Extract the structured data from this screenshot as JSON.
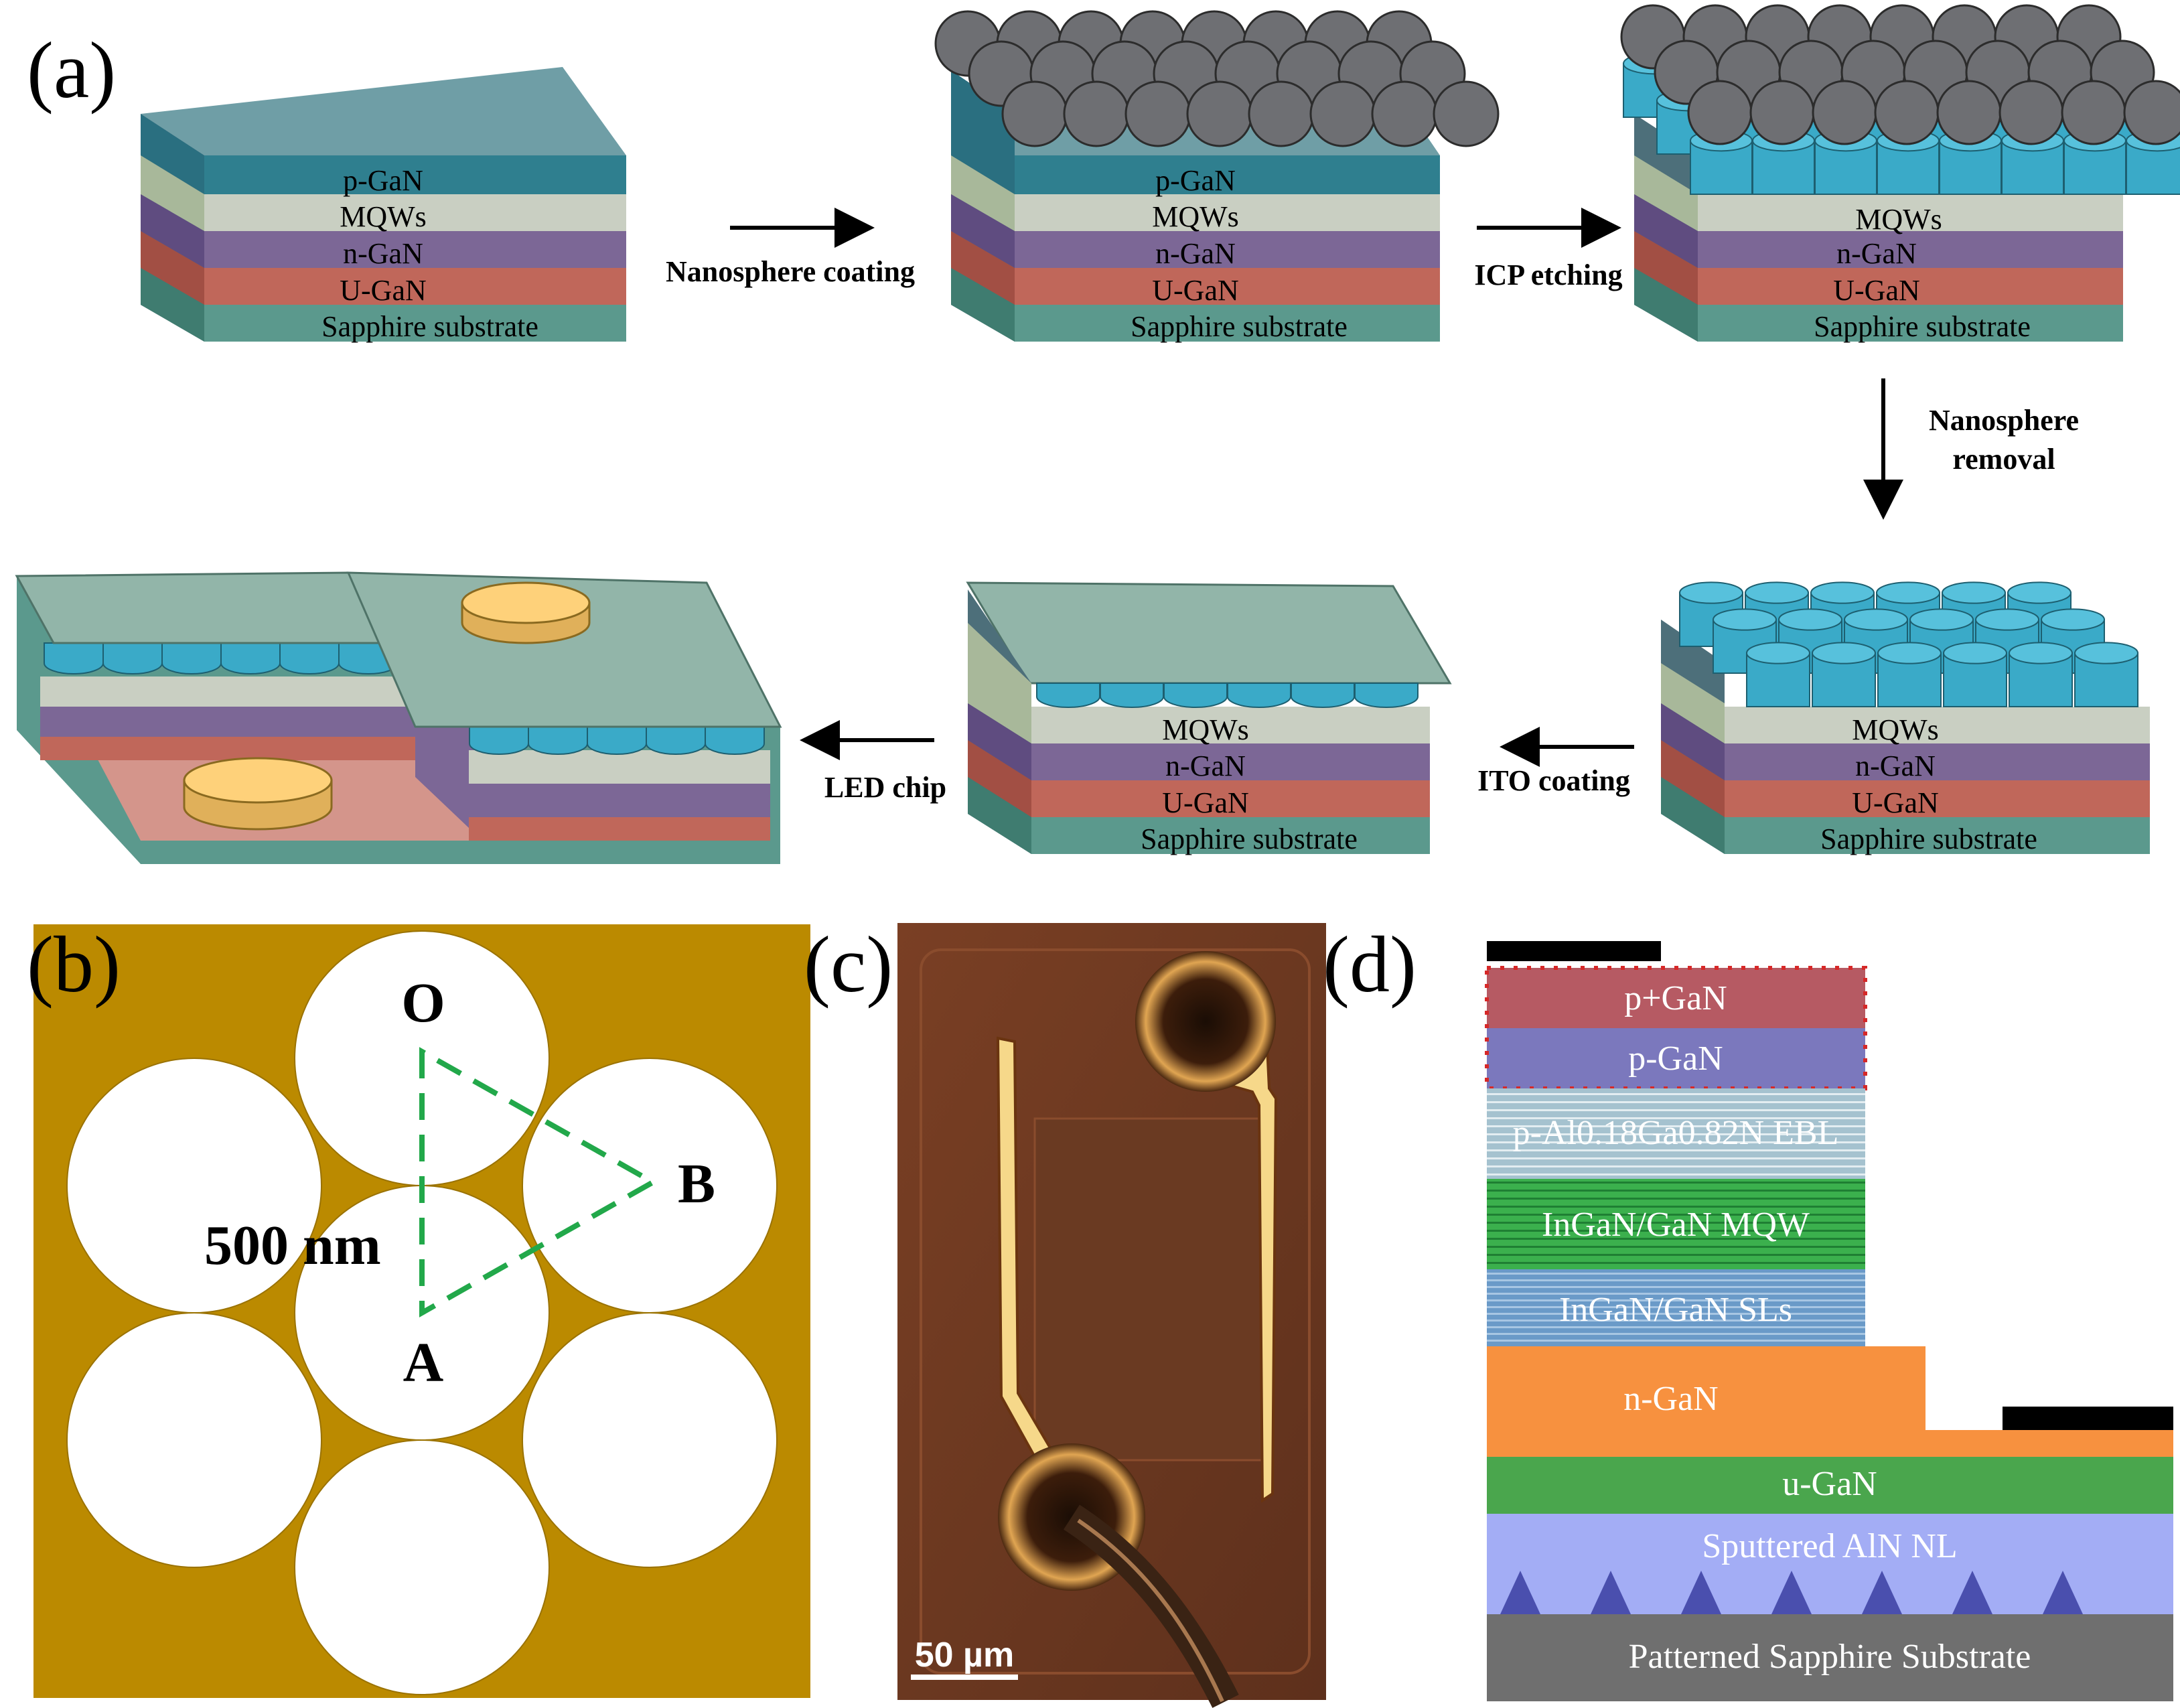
{
  "colors": {
    "pgan": "#2f7f8f",
    "mqw": "#c9cfc2",
    "ngan": "#7c6796",
    "ugan": "#c0675a",
    "sapphire": "#5b998d",
    "sphere": "#6e6f73",
    "pillar": "#3aaac8",
    "ito": "#92b5a9",
    "pad": "#fed17a",
    "bg_b": "#bb8a00",
    "b_triangle": "#22a84a",
    "d_pplus": "#b65a63",
    "d_pgan": "#7b78bd",
    "d_ebl": "#a5c2cf",
    "d_mqw": "#3bb04d",
    "d_sls": "#6a9ac8",
    "d_ngan": "#f7913f",
    "d_ugan": "#4aa64d",
    "d_aln": "#a3adf5",
    "d_sub": "#6f6f6f"
  },
  "panel_a": {
    "label": "(a)",
    "step1": {
      "layers": [
        "p-GaN",
        "MQWs",
        "n-GaN",
        "U-GaN",
        "Sapphire substrate"
      ]
    },
    "arrow1": "Nanosphere coating",
    "step2": {
      "layers": [
        "p-GaN",
        "MQWs",
        "n-GaN",
        "U-GaN",
        "Sapphire substrate"
      ]
    },
    "arrow2": "ICP etching",
    "step3": {
      "layers": [
        "MQWs",
        "n-GaN",
        "U-GaN",
        "Sapphire substrate"
      ]
    },
    "arrow3_line1": "Nanosphere",
    "arrow3_line2": "removal",
    "step4": {
      "layers": [
        "MQWs",
        "n-GaN",
        "U-GaN",
        "Sapphire substrate"
      ]
    },
    "arrow4": "ITO coating",
    "step5": {
      "layers": [
        "MQWs",
        "n-GaN",
        "U-GaN",
        "Sapphire substrate"
      ]
    },
    "arrow5": "LED chip"
  },
  "panel_b": {
    "label": "(b)",
    "point_o": "O",
    "point_a": "A",
    "point_b": "B",
    "dimension": "500 nm"
  },
  "panel_c": {
    "label": "(c)",
    "scale_bar": "50 µm"
  },
  "panel_d": {
    "label": "(d)",
    "layers": {
      "pplus": "p+GaN",
      "pgan": "p-GaN",
      "ebl": "p-Al0.18Ga0.82N EBL",
      "mqw": "InGaN/GaN MQW",
      "sls": "InGaN/GaN SLs",
      "ngan": "n-GaN",
      "ugan": "u-GaN",
      "aln": "Sputtered AlN NL",
      "substrate": "Patterned Sapphire Substrate"
    }
  }
}
